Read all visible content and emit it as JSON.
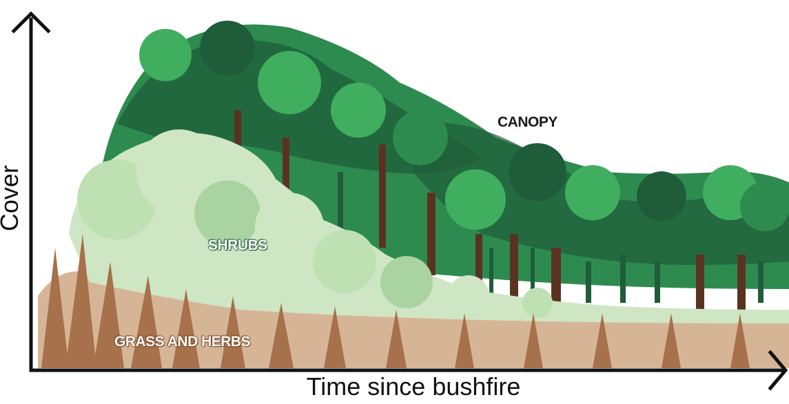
{
  "axes": {
    "y_title": "Cover",
    "x_title": "Time since bushfire"
  },
  "layers": {
    "canopy": "CANOPY",
    "shrubs": "SHRUBS",
    "grass": "GRASS AND HERBS"
  },
  "colors": {
    "axis": "#111111",
    "canopy_dark": "#1f5c3a",
    "canopy_mid": "#2e8b4f",
    "canopy_light": "#3fae5f",
    "shrub_light": "#cfe6c4",
    "shrub_mid": "#a9d3a0",
    "grass_base": "#d6b596",
    "grass_dark": "#a6714b",
    "trunk": "#5a3320"
  },
  "icons": {
    "y_arrow": "arrow-up-icon",
    "x_arrow": "arrow-right-icon"
  }
}
